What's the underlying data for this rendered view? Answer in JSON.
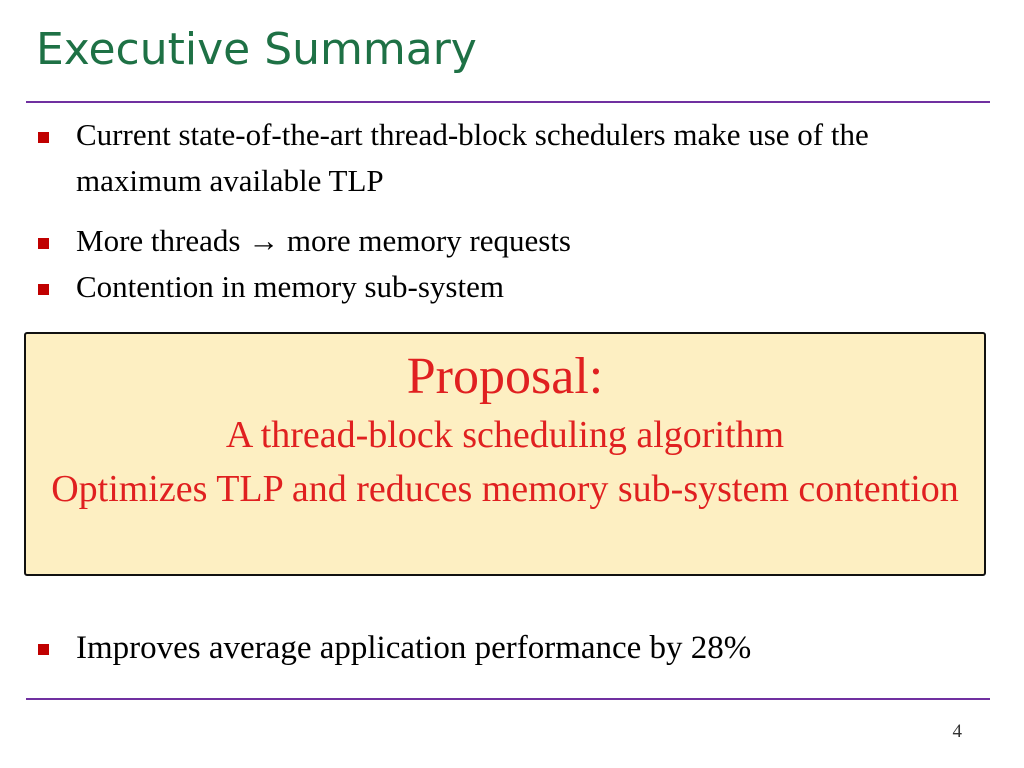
{
  "slide": {
    "title": "Executive Summary",
    "bullets": [
      "Current state-of-the-art thread-block schedulers make use of the maximum available TLP",
      "More threads → more memory requests",
      "Contention in memory sub-system"
    ],
    "proposal": {
      "heading": "Proposal:",
      "line1": "A thread-block scheduling algorithm",
      "line2": "Optimizes TLP and reduces memory sub-system contention"
    },
    "result_bullet": "Improves average application performance by 28%",
    "page_number": "4"
  },
  "colors": {
    "title": "#1e7145",
    "rule": "#7030a0",
    "bullet_marker": "#c00000",
    "proposal_text": "#e02020",
    "proposal_background": "#fdefc2"
  }
}
